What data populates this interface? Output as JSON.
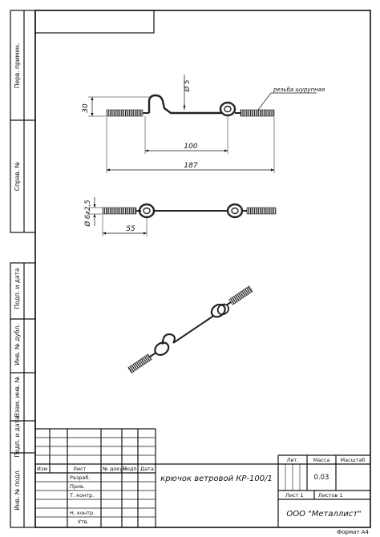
{
  "side_labels": {
    "perv_primen": "Перв. примен.",
    "sprav": "Справ. №",
    "podp_data_1": "Подп. и дата",
    "inv_dubl": "Инв. № дубл.",
    "vzam_inv": "Взам. инв. №",
    "podp_data_2": "Подп. и дата",
    "inv_podl": "Инв. № подл."
  },
  "dimensions": {
    "diameter_ring": "Ø 5",
    "thread_label": "резьба шурупная",
    "height": "30",
    "span_inner": "100",
    "span_total": "187",
    "thread_size": "Ø 6х2,5",
    "thread_length": "55"
  },
  "title_block": {
    "col_izm": "Изм",
    "col_list": "Лист",
    "col_ndokum": "№ докум.",
    "col_podp": "Подп.",
    "col_data": "Дата",
    "row_razrab": "Разраб.",
    "row_prov": "Пров.",
    "row_tkontr": "Т. контр.",
    "row_nkontr": "Н. контр.",
    "row_utv": "Утв.",
    "product_name": "крючок ветровой КР-100/1",
    "lit_label": "Лит.",
    "massa_label": "Масса",
    "masshtab_label": "Масштаб",
    "massa_value": "0.03",
    "sheet_label": "Лист 1",
    "sheets_label": "Листов 1",
    "company": "ООО \"Металлист\""
  },
  "format": "Формат А4"
}
